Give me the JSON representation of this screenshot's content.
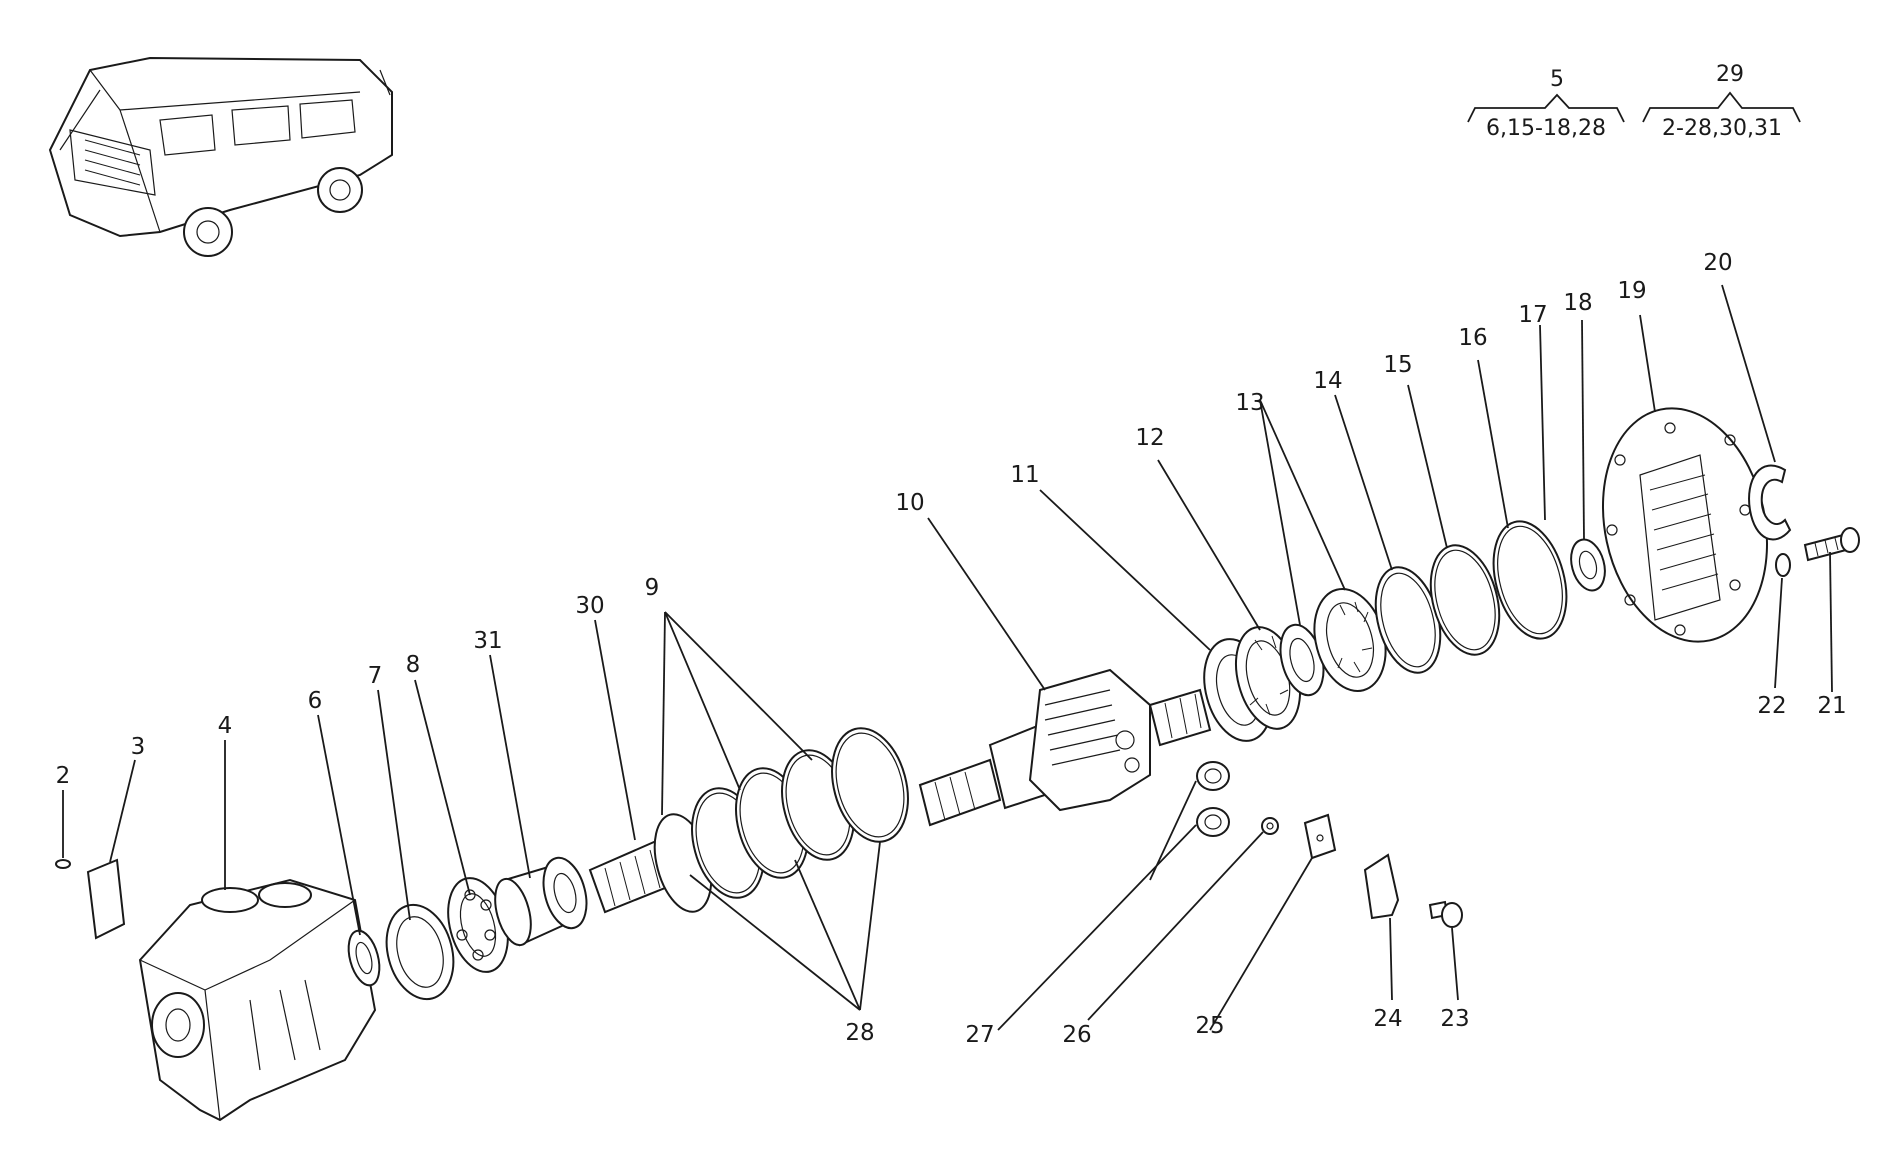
{
  "groups": {
    "g5": {
      "parent": "5",
      "children": "6,15-18,28"
    },
    "g29": {
      "parent": "29",
      "children": "2-28,30,31"
    }
  },
  "labels": {
    "n2": "2",
    "n3": "3",
    "n4": "4",
    "n6": "6",
    "n7": "7",
    "n8": "8",
    "n9": "9",
    "n10": "10",
    "n11": "11",
    "n12": "12",
    "n13": "13",
    "n14": "14",
    "n15": "15",
    "n16": "16",
    "n17": "17",
    "n18": "18",
    "n19": "19",
    "n20": "20",
    "n21": "21",
    "n22": "22",
    "n23": "23",
    "n24": "24",
    "n25": "25",
    "n26": "26",
    "n27": "27",
    "n28": "28",
    "n30": "30",
    "n31": "31"
  }
}
